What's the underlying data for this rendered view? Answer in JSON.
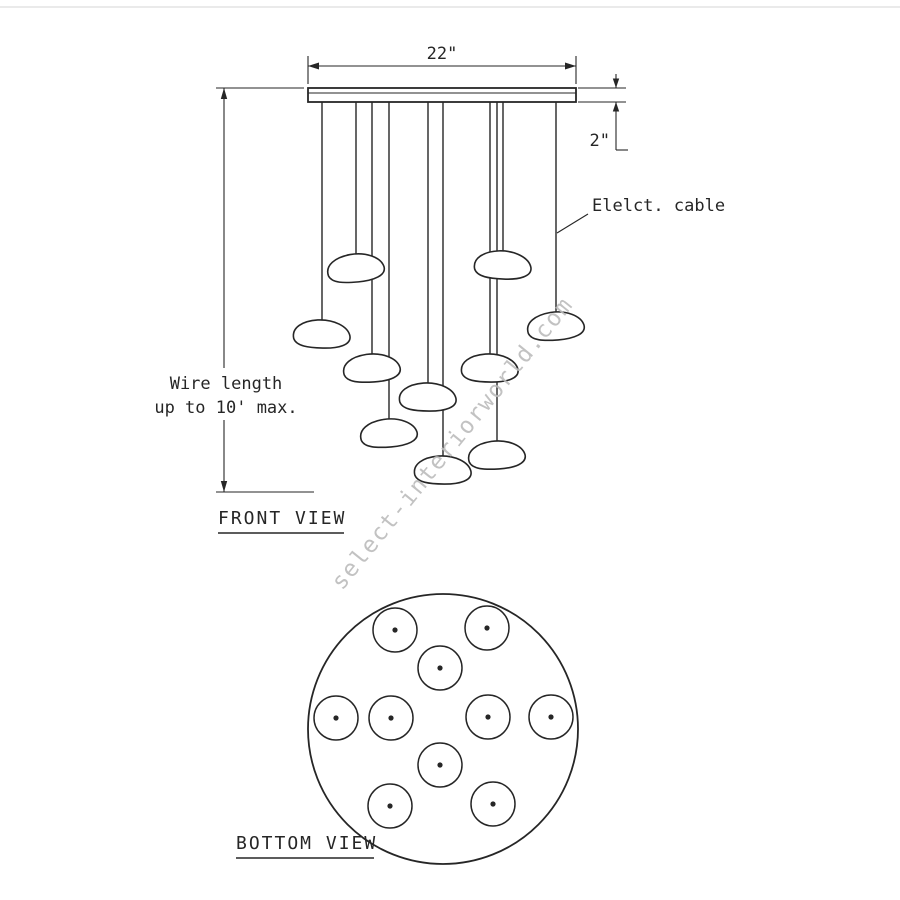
{
  "page": {
    "background": "#ffffff",
    "line_color": "#262626",
    "watermark_color": "#bcbcbc"
  },
  "front_view": {
    "label": "FRONT VIEW",
    "canopy_width": "22\"",
    "canopy_height": "2\"",
    "cable_label": "Elelct. cable",
    "wire_note_line1": "Wire length",
    "wire_note_line2": "up to 10' max.",
    "pendant_count": 10
  },
  "bottom_view": {
    "label": "BOTTOM VIEW",
    "pendant_count": 10
  },
  "watermark": {
    "text": "select-interiorworld.com"
  }
}
